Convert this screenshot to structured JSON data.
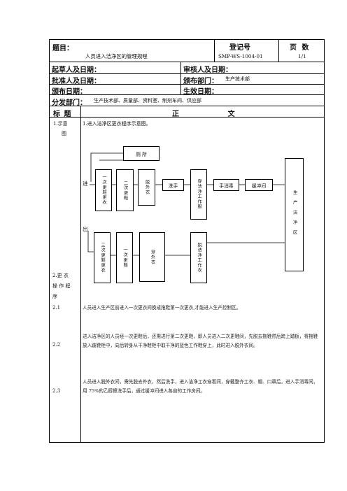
{
  "header": {
    "title_label": "题目：",
    "title_value": "人员进入洁净区的管理规程",
    "reg_label": "登记号",
    "reg_value": "SMP-WS-1004-01",
    "page_label": "页  数",
    "page_value": "1/1"
  },
  "meta": {
    "drafter": "起草人及日期：",
    "reviewer": "审核人及日期：",
    "approver": "批准人及日期：",
    "issuing_dept_label": "颁布部门：",
    "issuing_dept_value": "生产技术部",
    "issue_date": "颁布日期：",
    "effective_date": "生效日期：",
    "distribution_label": "分发部门：",
    "distribution_value": "生产技术部、质量部、资料室、制剂车间、供应部"
  },
  "columns": {
    "left": "标 题",
    "right": "正                    文"
  },
  "sections": {
    "s1_label_a": "1.示意",
    "s1_label_b": "图",
    "s1_title": "1.进入洁净区更衣程序示意图。",
    "s2_label_a": "2.更 衣",
    "s2_label_b": "操 作 程",
    "s2_label_c": "序",
    "s21_num": "2.1",
    "s21_text": "人员进入生产区前进入一次更衣间换成拖鞋第一次更衣,才能进入生产控制区。",
    "s22_num": "2.2",
    "s22_text": "进入洁净区的人员经一次更鞋后，还需进行第二次更鞋，即人员进入二次更鞋间，先脱去拖鞋然后跨上踏板，将拖鞋放入跛鞋柜中，向后转身从干净鞋柜中取干净的蓝色工作鞋穿上，此时进入脱外衣间。",
    "s23_num": "2.3",
    "s23_text": "人员进入脱外衣间，需先脱去外衣，然后洗手，进入洁净工衣穿着间，穿戴整齐工衣、帽、口罩后，进入手消毒间，用 75%的乙醇擦洗手后，通过缓冲间进入各自的工作房间。"
  },
  "diagram": {
    "toilet": "厕 所",
    "enter": "进",
    "exit": "出",
    "first_shoe": "一次更鞋更衣",
    "second_shoe": "二次更鞋",
    "remove_outer": "脱外衣",
    "wash_hands": "洗手",
    "wear_clean": "穿洁净工作服",
    "hand_disinfect": "手消毒",
    "buffer": "缓冲间",
    "production": "生产洁净区",
    "remove_clean": "脱洁净工作衣",
    "wear_outer": "穿外衣",
    "first_shoe_out": "一次更鞋",
    "third_shoe_out": "三次更鞋更衣"
  }
}
